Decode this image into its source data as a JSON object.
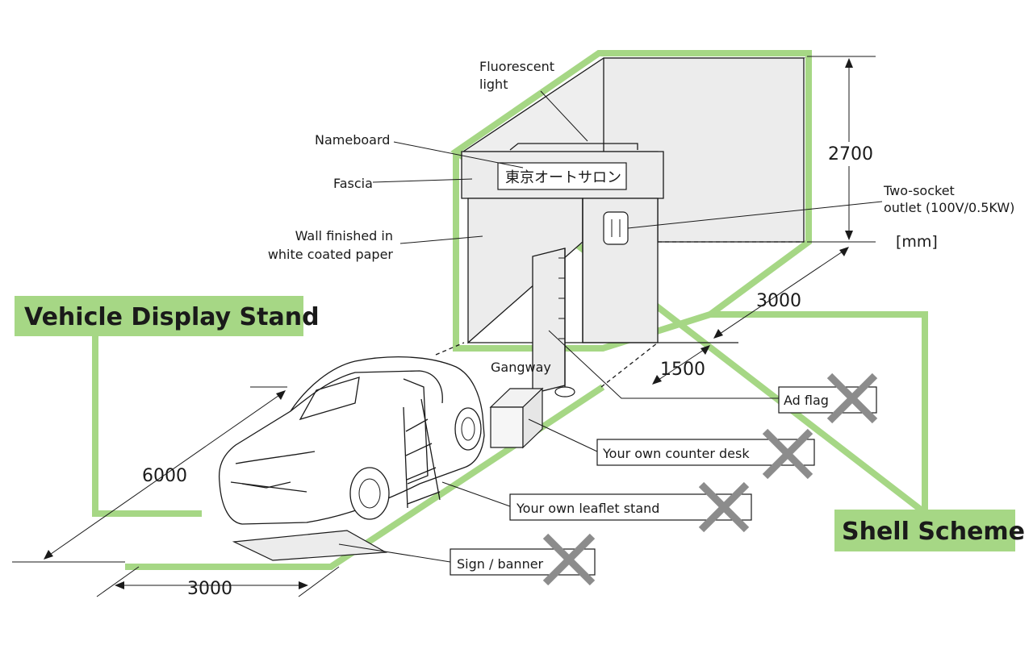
{
  "titles": {
    "vehicle_display_stand": "Vehicle Display Stand",
    "shell_scheme": "Shell Scheme"
  },
  "labels": {
    "fluorescent_light_line1": "Fluorescent",
    "fluorescent_light_line2": "light",
    "nameboard": "Nameboard",
    "fascia": "Fascia",
    "wall_line1": "Wall finished in",
    "wall_line2": "white coated paper",
    "outlet_line1": "Two-socket",
    "outlet_line2": "outlet (100V/0.5KW)",
    "unit": "[mm]",
    "gangway": "Gangway",
    "nameboard_text": "東京オートサロン"
  },
  "dimensions": {
    "height": "2700",
    "shell_width": "3000",
    "shell_depth": "1500",
    "vehicle_depth": "6000",
    "vehicle_width": "3000"
  },
  "prohibited_items": [
    {
      "label": "Ad flag"
    },
    {
      "label": "Your own counter desk"
    },
    {
      "label": "Your own leaflet stand"
    },
    {
      "label": "Sign / banner"
    }
  ],
  "colors": {
    "highlight_green": "#a6d785",
    "cross_gray": "#8c8c8c",
    "wall_gray": "#ececec"
  }
}
